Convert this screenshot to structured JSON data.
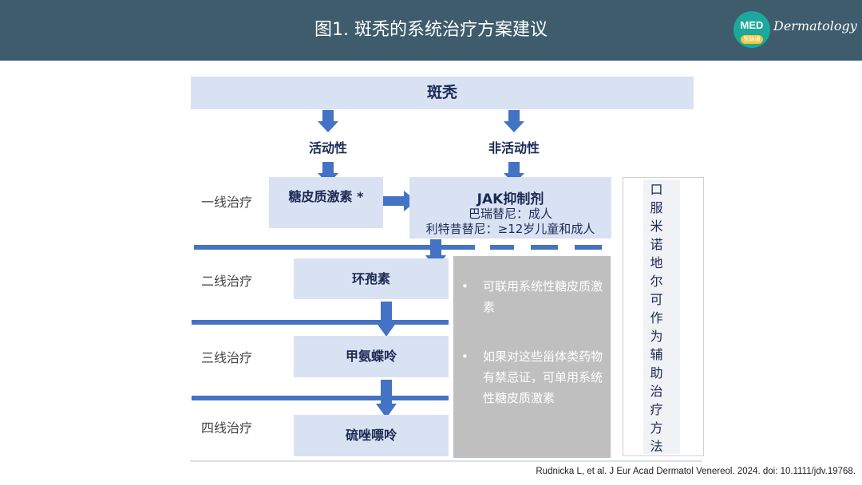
{
  "header": {
    "title": "图1. 斑秃的系统治疗方案建议"
  },
  "logo": {
    "med": "MED",
    "sub": "医脉通",
    "text": "Dermatology"
  },
  "diagram": {
    "top": "斑秃",
    "active": "活动性",
    "inactive": "非活动性",
    "steroid": "糖皮质激素 *",
    "jak": {
      "title": "JAK抑制剂",
      "line1": "巴瑞替尼：成人",
      "line2": "利特昔替尼：≥12岁儿童和成人"
    },
    "stages": [
      "一线治疗",
      "二线治疗",
      "三线治疗",
      "四线治疗"
    ],
    "drugs": [
      "环孢素",
      "甲氨蝶呤",
      "硫唑嘌呤"
    ],
    "notes": [
      "可联用系统性糖皮质激素",
      "如果对这些甾体类药物有禁忌证，可单用系统性糖皮质激素"
    ],
    "side": [
      "口",
      "服",
      "米",
      "诺",
      "地",
      "尔",
      "可",
      "作",
      "为",
      "辅",
      "助",
      "治",
      "疗",
      "方",
      "法"
    ]
  },
  "citation": "Rudnicka L, et al. J Eur Acad Dermatol Venereol. 2024. doi: 10.1111/jdv.19768.",
  "colors": {
    "header": "#3e5c6c",
    "box": "#d9e2f2",
    "arrow": "#4472c4",
    "grey": "#bfbfbf"
  }
}
